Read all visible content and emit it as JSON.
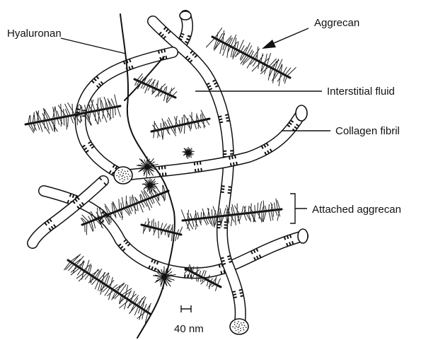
{
  "figure": {
    "labels": {
      "hyaluronan": "Hyaluronan",
      "aggrecan": "Aggrecan",
      "interstitial_fluid": "Interstitial fluid",
      "collagen_fibril": "Collagen fibril",
      "attached_aggrecan": "Attached aggrecan"
    },
    "scale_bar": {
      "label": "40 nm"
    },
    "colors": {
      "ink": "#111111",
      "fibril_fill": "#ffffff",
      "background": "#ffffff"
    }
  }
}
